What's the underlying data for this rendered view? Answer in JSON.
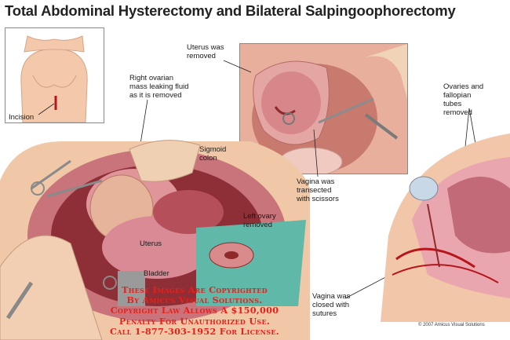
{
  "title": "Total Abdominal Hysterectomy and Bilateral Salpingoophorectomy",
  "labels": {
    "incision": "Incision",
    "right_ovarian": [
      "Right ovarian",
      "mass leaking fluid",
      "as it is removed"
    ],
    "sigmoid_colon": [
      "Sigmoid",
      "colon"
    ],
    "uterus_removed": [
      "Uterus was",
      "removed"
    ],
    "ovaries_tubes": [
      "Ovaries and",
      "fallopian",
      "tubes",
      "removed"
    ],
    "left_ovary": [
      "Left ovary",
      "removed"
    ],
    "uterus": "Uterus",
    "bladder": "Bladder",
    "vagina_transected": [
      "Vagina was",
      "transected",
      "with scissors"
    ],
    "vagina_closed": [
      "Vagina was",
      "closed with",
      "sutures"
    ]
  },
  "copyright_lines": [
    "These Images Are Copyrighted",
    "By Amicus Visual Solutions.",
    "Copyright Law Allows A $150,000",
    "Penalty For Unauthorized Use.",
    "Call 1-877-303-1952 For License."
  ],
  "credit": "© 2007 Amicus Visual Solutions",
  "colors": {
    "flesh": "#f2c6a8",
    "tissue": "#d98a8a",
    "deep_red": "#9a2a2a",
    "green_drape": "#5fb8a8",
    "copyright_red": "#e8201a"
  }
}
